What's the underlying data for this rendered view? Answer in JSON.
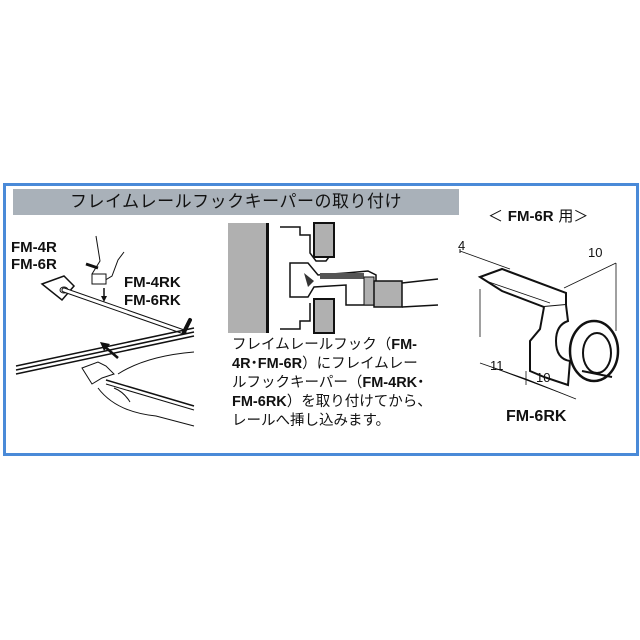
{
  "header": {
    "title": "フレイムレールフックキーパーの取り付け"
  },
  "left_figure": {
    "hook_labels": [
      "FM-4R",
      "FM-6R"
    ],
    "keeper_labels": [
      "FM-4RK",
      "FM-6RK"
    ]
  },
  "description": {
    "line1_text": "フレイムレールフック（",
    "line1_bold": "FM-",
    "line2_bold": "4R･FM-6R",
    "line2_text": "）にフレイムレー",
    "line3_text": "ルフックキーパー（",
    "line3_bold": "FM-4RK･",
    "line4_bold": "FM-6RK",
    "line4_text": "）を取り付けてから、",
    "line5_text": "レールへ挿し込みます。"
  },
  "right_figure": {
    "title_prefix": "＜ ",
    "title_bold": "FM-6R",
    "title_suffix": " 用＞",
    "dimensions": {
      "top_left": "4",
      "top_right": "10",
      "bottom_left": "11",
      "bottom_right": "10"
    },
    "part_label": "FM-6RK"
  },
  "colors": {
    "frame_border": "#4a8ad8",
    "header_bg": "#a9b1b9",
    "rail_gray": "#b0b0b0"
  }
}
